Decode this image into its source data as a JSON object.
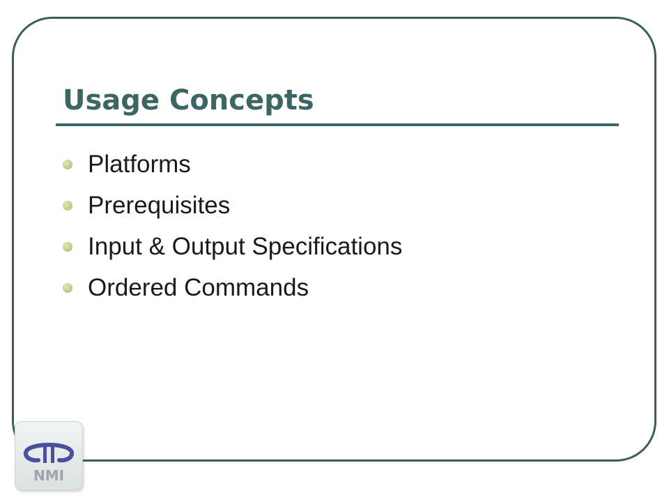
{
  "slide": {
    "title": "Usage Concepts",
    "bullets": [
      "Platforms",
      "Prerequisites",
      "Input & Output Specifications",
      "Ordered Commands"
    ],
    "logo": {
      "text": "NMI",
      "icon": "nmi-logo-icon"
    }
  },
  "colors": {
    "frame": "#3a5f5a",
    "title": "#3b6663",
    "bullet": "#c6cc8d",
    "logo_text": "#9aa6aa",
    "logo_mark": "#4b4f9e"
  }
}
